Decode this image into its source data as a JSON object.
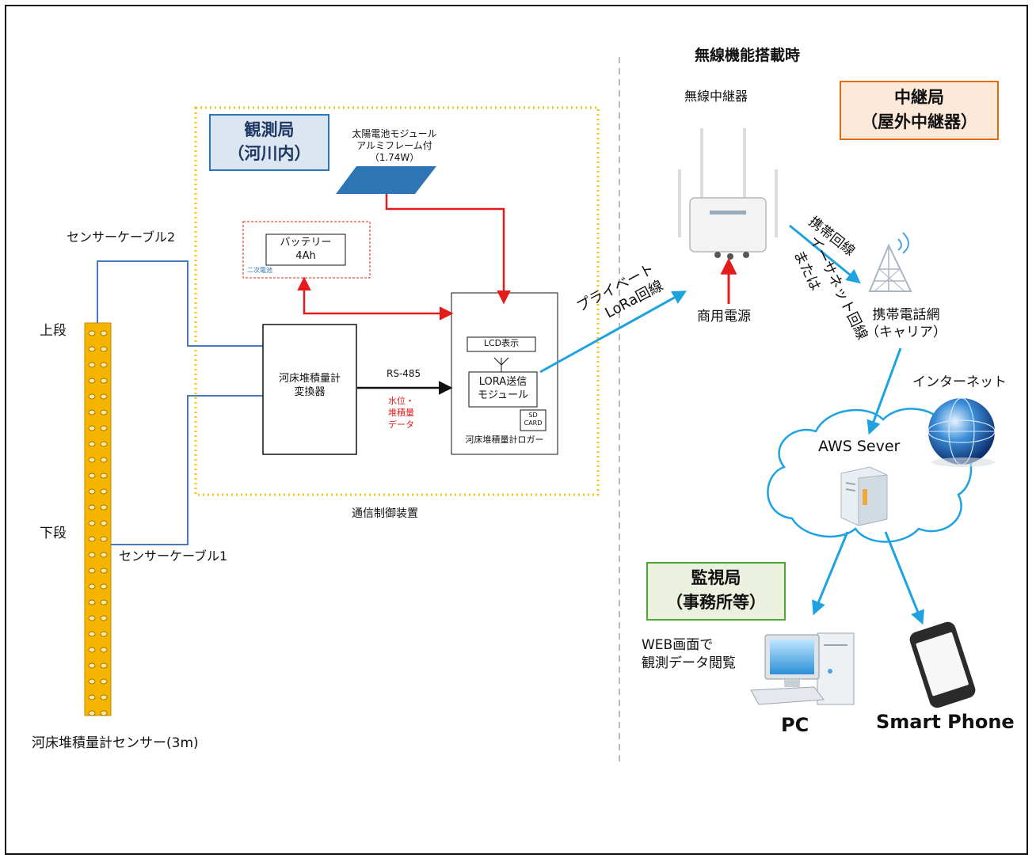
{
  "wireless_header": "無線機能搭載時",
  "observation_station": {
    "line1": "観測局",
    "line2": "（河川内）",
    "bg_color": "#dce6f1",
    "border_color": "#2e75b6"
  },
  "relay_station": {
    "line1": "中継局",
    "line2": "（屋外中継器）",
    "bg_color": "#fde9d9",
    "border_color": "#e46c0a"
  },
  "monitoring_station": {
    "line1": "監視局",
    "line2": "（事務所等）",
    "bg_color": "#ebf1de",
    "border_color": "#4ea72e"
  },
  "solar_module": {
    "line1": "太陽電池モジュール",
    "line2": "アルミフレーム付",
    "line3": "（1.74W）",
    "color": "#2e75b6"
  },
  "battery": {
    "line1": "バッテリー",
    "line2": "4Ah",
    "sub": "二次電池"
  },
  "converter": {
    "line1": "河床堆積量計",
    "line2": "変換器"
  },
  "logger": {
    "lcd": "LCD表示",
    "lora_line1": "LORA送信",
    "lora_line2": "モジュール",
    "sd_line1": "SD",
    "sd_line2": "CARD",
    "name": "河床堆積量計ロガー"
  },
  "rs485": "RS-485",
  "data_note": {
    "line1": "水位・",
    "line2": "堆積量",
    "line3": "データ"
  },
  "comm_device": "通信制御装置",
  "cable2": "センサーケーブル2",
  "cable1": "センサーケーブル1",
  "upper": "上段",
  "lower": "下段",
  "sensor_name": "河床堆積量計センサー(3m)",
  "sensor_color": "#f5b400",
  "private_lora": {
    "line1": "プライベート",
    "line2": "LoRa回線"
  },
  "wireless_relay": "無線中継器",
  "commercial_power": "商用電源",
  "mobile_line": "携帯回線",
  "ethernet": {
    "line1": "または",
    "line2": "イーサネット回線"
  },
  "mobile_network": {
    "line1": "携帯電話網",
    "line2": "（キャリア）"
  },
  "internet": "インターネット",
  "aws": "AWS Sever",
  "web_view": {
    "line1": "WEB画面で",
    "line2": "観測データ閲覧"
  },
  "pc": "PC",
  "smartphone": "Smart Phone",
  "arrow_red": "#e31b1b",
  "arrow_blue": "#1fa3e0",
  "cable_blue": "#4a78c0",
  "dotted_border": "#f0c419",
  "rs485_red": "#e31b1b"
}
